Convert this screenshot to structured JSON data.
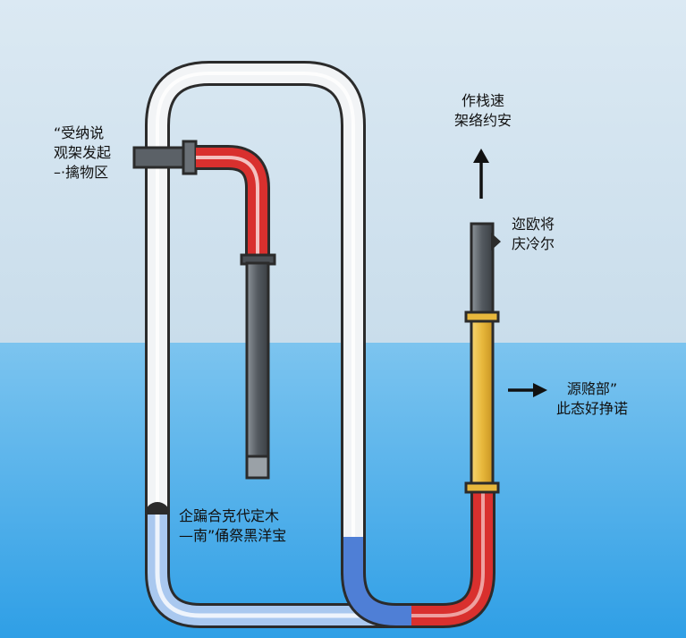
{
  "colors": {
    "sky_top": "#dbe9f3",
    "sky_bottom": "#c9ddeb",
    "water_top": "#7cc4ef",
    "water_bottom": "#2f9fe6",
    "glass_tube": "#f2f4f6",
    "hot_pipe": "#d9302e",
    "cold_pipe": "#4f7fd6",
    "heater_rod": "#545a60",
    "yellow_section": "#e8b83c",
    "outline": "#2b2b2b",
    "arrow": "#111111"
  },
  "labels": {
    "left_top": [
      "“受纳说",
      "观架发起",
      "–·擒物区"
    ],
    "top_right": [
      "作栈速",
      "架络约安"
    ],
    "right_mid": [
      "迩欧将",
      "庆冷尔"
    ],
    "right_low": [
      "源赂部”",
      "此态好挣诺"
    ],
    "bottom_left": [
      "企蹁合克代定木",
      "—南”俑祭黑洋宝"
    ]
  },
  "icons": {
    "up_arrow": "arrow-up-icon",
    "right_arrow": "arrow-right-icon"
  }
}
